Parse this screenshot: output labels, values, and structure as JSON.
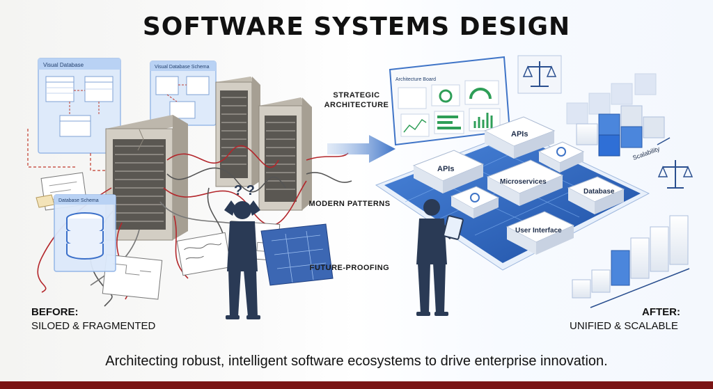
{
  "title": "SOFTWARE SYSTEMS DESIGN",
  "transition_labels": [
    "STRATEGIC ARCHITECTURE",
    "MODERN PATTERNS",
    "FUTURE-PROOFING"
  ],
  "before": {
    "heading": "BEFORE:",
    "subheading": "SILOED & FRAGMENTED",
    "panels": [
      "Visual Database",
      "Visual Database Schema",
      "Database Schema"
    ]
  },
  "after": {
    "heading": "AFTER:",
    "subheading": "UNIFIED & SCALABLE",
    "dashboard_title": "Architecture Board",
    "modules": [
      "APIs",
      "APIs",
      "Microservices",
      "Database",
      "User Interface"
    ],
    "scalability_label": "Scalability"
  },
  "question_marks": "? ?",
  "caption": "Architecting robust, intelligent software ecosystems to drive enterprise innovation.",
  "colors": {
    "accent_blue": "#2f6fd6",
    "deep_blue": "#1f4f9e",
    "footer": "#7a1414",
    "figure": "#2a3a55",
    "cable_red": "#b3262b"
  }
}
